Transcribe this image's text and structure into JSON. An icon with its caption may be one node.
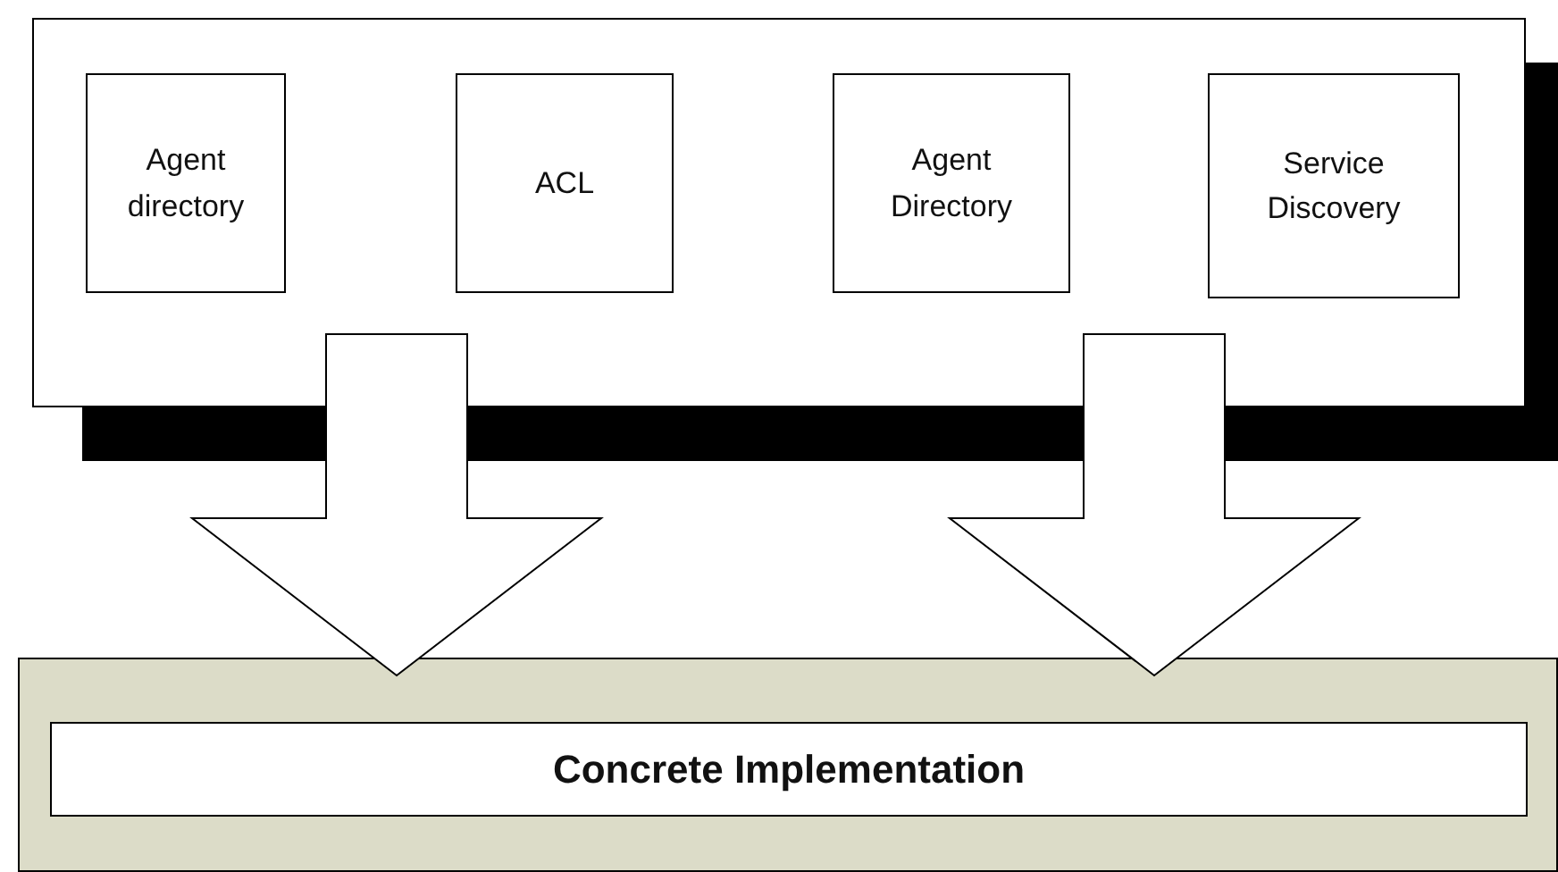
{
  "diagram": {
    "nodes": [
      {
        "text": [],
        "shape": "box"
      },
      {
        "text": [
          "Agent directory"
        ],
        "in": 0
      },
      {
        "text": [
          "ACL"
        ],
        "in": 0
      },
      {
        "text": [
          "Agent Directory"
        ],
        "in": 0
      },
      {
        "text": [
          "Service Discovery"
        ],
        "in": 0
      },
      {
        "text": [],
        "shape": "box"
      },
      {
        "text": [
          "Concrete Implementation"
        ],
        "in": 5
      }
    ],
    "edges": [
      {
        "from": 0,
        "to": 5,
        "arrow": "to",
        "style": "thick"
      },
      {
        "from": 0,
        "to": 5,
        "arrow": "to",
        "style": "thick"
      }
    ]
  }
}
